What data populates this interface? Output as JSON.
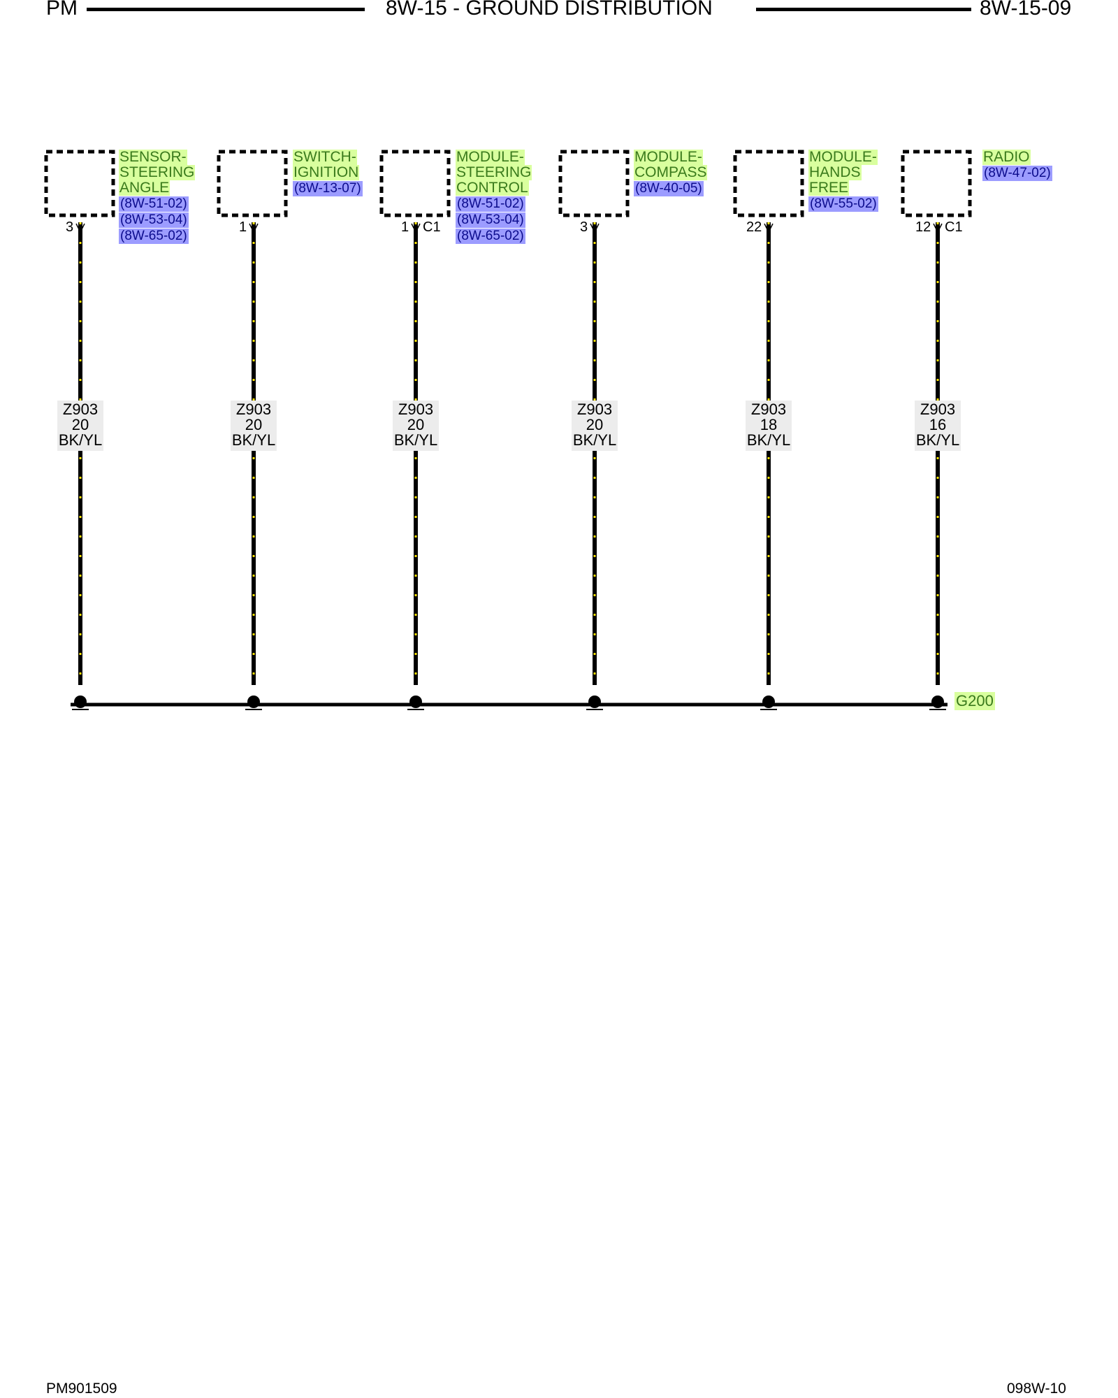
{
  "header": {
    "left": "PM",
    "title": "8W-15 - GROUND DISTRIBUTION",
    "right": "8W-15-09"
  },
  "footer": {
    "left": "PM901509",
    "right": "098W-10"
  },
  "colors": {
    "component_name_bg": "#d9ff9e",
    "component_name_text": "#3a7a1c",
    "reference_bg": "#9c9cff",
    "reference_text": "#0c0c8c",
    "wire_primary": "#000000",
    "wire_tracer": "#ffe600",
    "wire_label_bg": "#ececec"
  },
  "circuits": [
    {
      "component": [
        "SENSOR-",
        "STEERING",
        "ANGLE"
      ],
      "references": [
        "(8W-51-02)",
        "(8W-53-04)",
        "(8W-65-02)"
      ],
      "pin": "3",
      "connector": "",
      "wire": {
        "circuit": "Z903",
        "gauge": "20",
        "color": "BK/YL"
      }
    },
    {
      "component": [
        "SWITCH-",
        "IGNITION"
      ],
      "references": [
        "(8W-13-07)"
      ],
      "pin": "1",
      "connector": "",
      "wire": {
        "circuit": "Z903",
        "gauge": "20",
        "color": "BK/YL"
      }
    },
    {
      "component": [
        "MODULE-",
        "STEERING",
        "CONTROL"
      ],
      "references": [
        "(8W-51-02)",
        "(8W-53-04)",
        "(8W-65-02)"
      ],
      "pin": "1",
      "connector": "C1",
      "wire": {
        "circuit": "Z903",
        "gauge": "20",
        "color": "BK/YL"
      }
    },
    {
      "component": [
        "MODULE-",
        "COMPASS"
      ],
      "references": [
        "(8W-40-05)"
      ],
      "pin": "3",
      "connector": "",
      "wire": {
        "circuit": "Z903",
        "gauge": "20",
        "color": "BK/YL"
      }
    },
    {
      "component": [
        "MODULE-",
        "HANDS",
        "FREE"
      ],
      "references": [
        "(8W-55-02)"
      ],
      "pin": "22",
      "connector": "",
      "wire": {
        "circuit": "Z903",
        "gauge": "18",
        "color": "BK/YL"
      }
    },
    {
      "component": [
        "RADIO"
      ],
      "references": [
        "(8W-47-02)"
      ],
      "pin": "12",
      "connector": "C1",
      "wire": {
        "circuit": "Z903",
        "gauge": "16",
        "color": "BK/YL"
      }
    }
  ],
  "ground": {
    "label": "G200"
  }
}
